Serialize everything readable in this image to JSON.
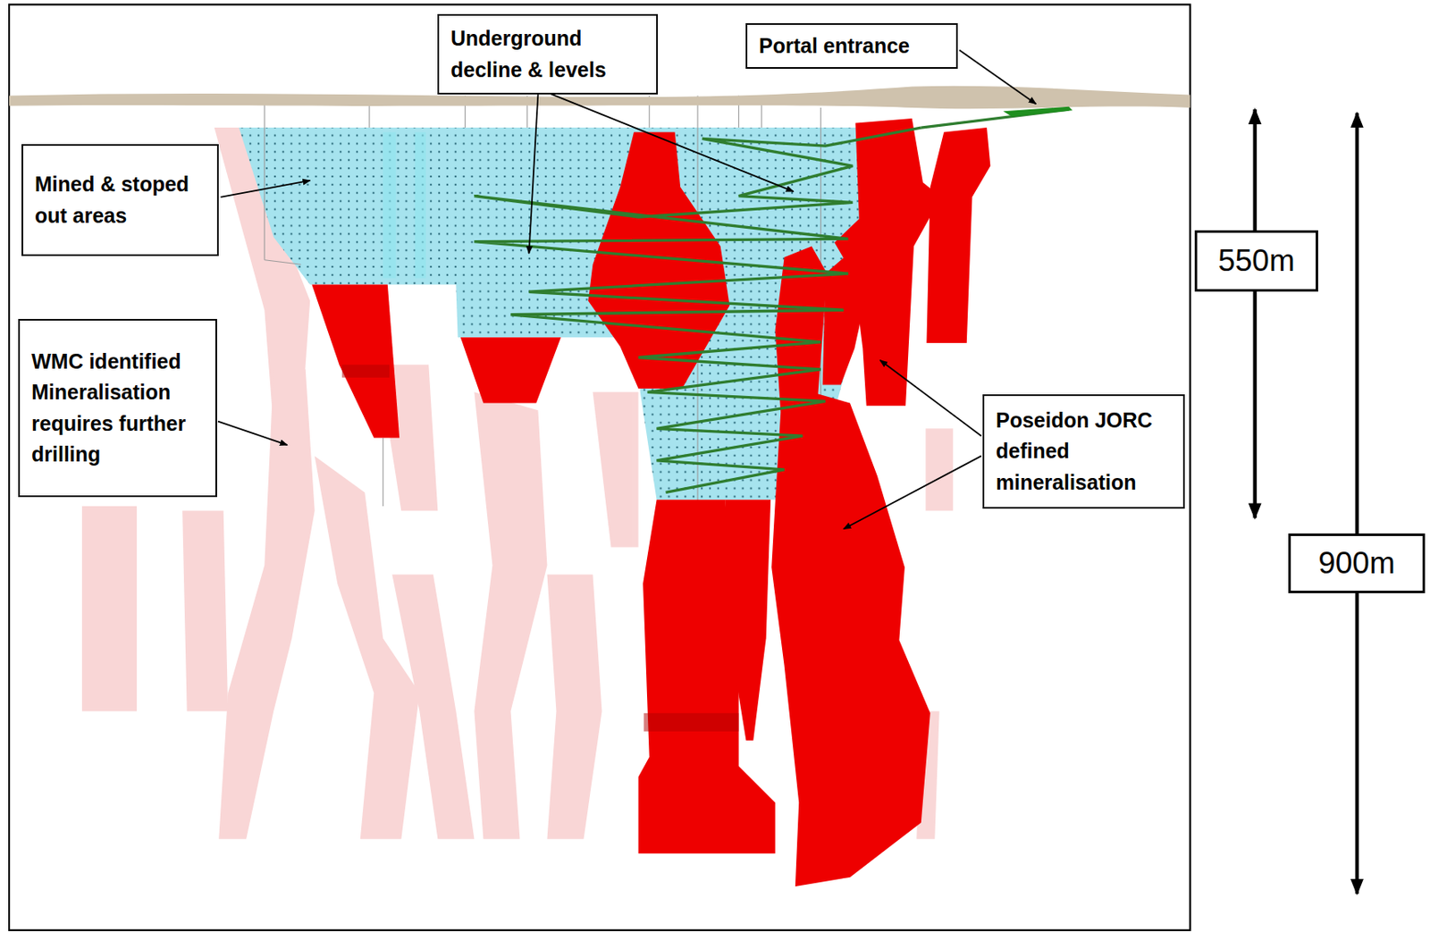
{
  "diagram": {
    "nodes": [
      {
        "text": [
          "Underground decline & levels"
        ]
      },
      {
        "text": [
          "Portal entrance"
        ]
      },
      {
        "text": [
          "Mined & stoped out areas"
        ]
      },
      {
        "text": [
          "550m"
        ]
      },
      {
        "text": [
          "WMC identified Mineralisation requires further drilling"
        ]
      },
      {
        "text": [
          "Poseidon JORC defined mineralisation"
        ]
      },
      {
        "text": [
          "900m"
        ]
      }
    ]
  }
}
